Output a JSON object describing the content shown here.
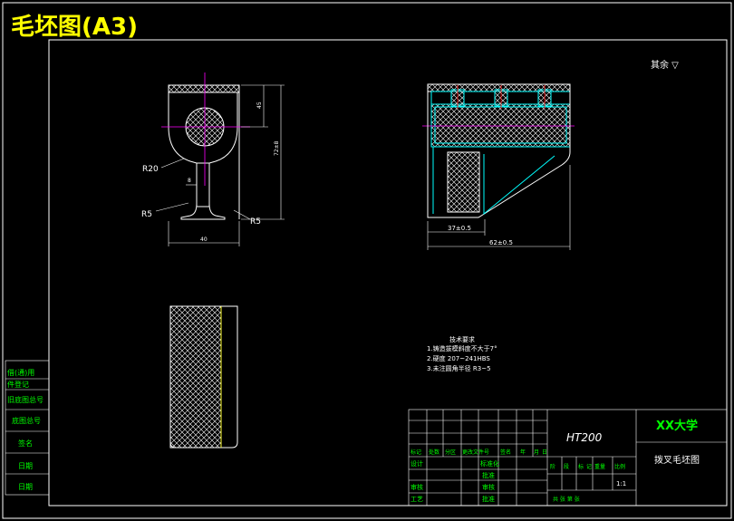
{
  "title": "毛坯图(A3)",
  "roughness": "其余 ▽",
  "dims": {
    "r20": "R20",
    "d8": "8",
    "r5_left": "R5",
    "r5_right": "R5",
    "w40": "40",
    "h45": "45",
    "h72": "72±8",
    "d37": "37±0.5",
    "d62": "62±0.5"
  },
  "tech": {
    "heading": "技术要求",
    "lines": [
      "1.铸造拔模斜度不大于7°",
      "2.硬度 207~241HBS",
      "3.未注圆角半径 R3~5"
    ]
  },
  "sidebar": [
    "借(通)用",
    "件登记",
    "旧底图总号",
    "底图总号",
    "签名",
    "日期",
    "日期"
  ],
  "titleblock": {
    "material": "HT200",
    "school": "XX大学",
    "drawing": "拨叉毛坯图",
    "header_row": [
      "标记",
      "处数",
      "分区",
      "更改文件号",
      "签名",
      "年",
      "月",
      "日"
    ],
    "sign_rows": [
      "设计",
      "审核",
      "工艺"
    ],
    "std": "标准化",
    "approve_a": "批准",
    "approve_b": "审核",
    "approve_c": "批准",
    "stage_header": [
      "阶",
      "段",
      "标",
      "记",
      "重量",
      "比例"
    ],
    "scale": "1:1",
    "sheets": "共  张  第  张"
  },
  "colors": {
    "frame": "#ffffff",
    "outline": "#ffffff",
    "hatch": "#ffffff",
    "center": "#ff00ff",
    "dim": "#ffffff",
    "accent_green": "#00ff00",
    "cyan": "#00ffff",
    "yellow": "#ffff00",
    "red": "#ff0000"
  }
}
